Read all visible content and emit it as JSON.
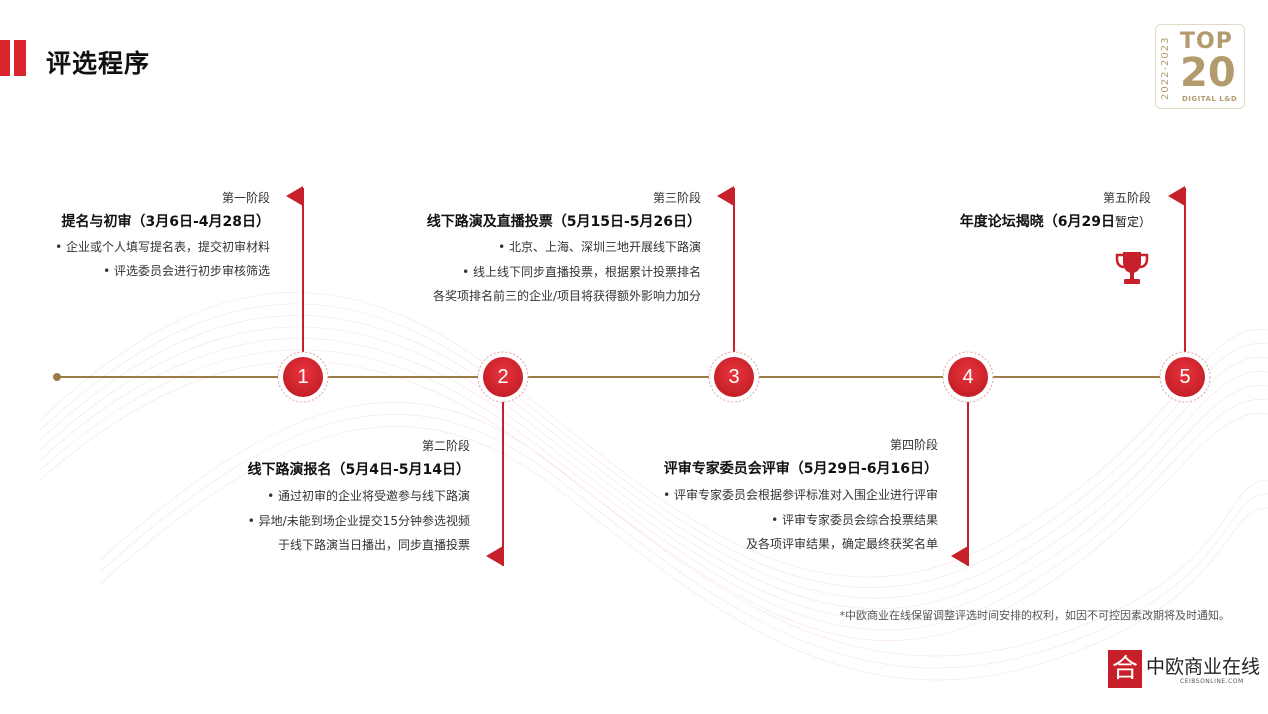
{
  "page": {
    "title": "评选程序"
  },
  "badge": {
    "years": "2022-2023",
    "top": "TOP",
    "number": "20",
    "subtitle": "DIGITAL L&D"
  },
  "stages": [
    {
      "number": "1",
      "stage": "第一阶段",
      "heading": "提名与初审（3月6日-4月28日）",
      "lines": [
        "• 企业或个人填写提名表，提交初审材料",
        "• 评选委员会进行初步审核筛选"
      ]
    },
    {
      "number": "2",
      "stage": "第二阶段",
      "heading": "线下路演报名（5月4日-5月14日）",
      "lines": [
        "• 通过初审的企业将受邀参与线下路演",
        "• 异地/未能到场企业提交15分钟参选视频",
        "于线下路演当日播出，同步直播投票"
      ]
    },
    {
      "number": "3",
      "stage": "第三阶段",
      "heading": "线下路演及直播投票（5月15日-5月26日）",
      "lines": [
        "• 北京、上海、深圳三地开展线下路演",
        "• 线上线下同步直播投票，根据累计投票排名",
        "各奖项排名前三的企业/项目将获得额外影响力加分"
      ]
    },
    {
      "number": "4",
      "stage": "第四阶段",
      "heading": "评审专家委员会评审（5月29日-6月16日）",
      "lines": [
        "• 评审专家委员会根据参评标准对入围企业进行评审",
        "• 评审专家委员会综合投票结果",
        "及各项评审结果，确定最终获奖名单"
      ]
    },
    {
      "number": "5",
      "stage": "第五阶段",
      "heading": "年度论坛揭晓（6月29日",
      "heading_suffix": "暂定）",
      "lines": []
    }
  ],
  "note": "*中欧商业在线保留调整评选时间安排的权利，如因不可控因素改期将及时通知。",
  "logo": {
    "mark": "合",
    "name": "中欧商业在线",
    "domain": "CEIBSONLINE.COM"
  },
  "colors": {
    "accent": "#d9252e",
    "line": "#9c7c45",
    "text": "#333333"
  }
}
